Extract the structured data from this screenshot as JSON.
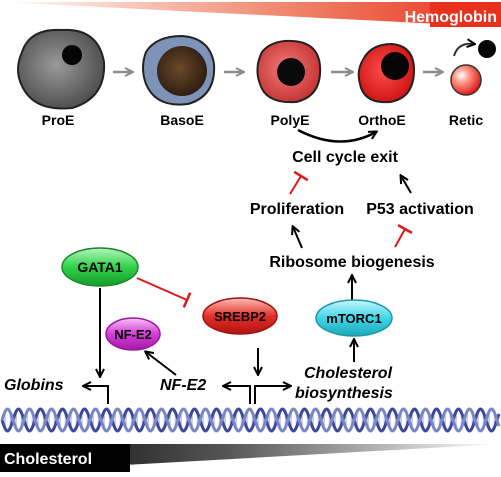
{
  "banners": {
    "hemoglobin": "Hemoglobin",
    "cholesterol": "Cholesterol"
  },
  "cell_stages": {
    "proe": "ProE",
    "basoe": "BasoE",
    "polye": "PolyE",
    "orthoe": "OrthoE",
    "retic": "Retic"
  },
  "pathway": {
    "cell_cycle_exit": "Cell cycle exit",
    "proliferation": "Proliferation",
    "p53_activation": "P53 activation",
    "ribosome_biogenesis": "Ribosome biogenesis"
  },
  "factors": {
    "gata1": "GATA1",
    "nf_e2_protein": "NF-E2",
    "srebp2": "SREBP2",
    "mtorc1": "mTORC1"
  },
  "genes": {
    "globins": "Globins",
    "nf_e2_gene": "NF-E2",
    "cholesterol_biosynthesis_line1": "Cholesterol",
    "cholesterol_biosynthesis_line2": "biosynthesis"
  },
  "colors": {
    "hemoglobin_red": "#e8301c",
    "inhibition_red": "#e01818",
    "gata1_green": "#2fd24a",
    "nf_e2_magenta": "#d43cd8",
    "srebp2_red": "#e4302a",
    "mtorc1_cyan": "#3fd6e6",
    "dna_blue": "#3d4a9a"
  }
}
